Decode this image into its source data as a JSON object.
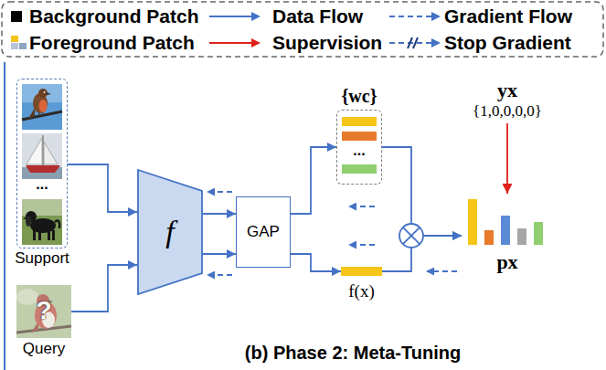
{
  "diagram": {
    "caption": "(b) Phase 2: Meta-Tuning",
    "nodes": [
      {
        "text": [
          "...",
          "Support"
        ]
      },
      {
        "text": [
          "?",
          "Query"
        ]
      },
      {
        "text": [
          "f"
        ]
      },
      {
        "text": [
          "GAP"
        ]
      },
      {
        "text": [
          "{wc}",
          "..."
        ]
      },
      {
        "text": [
          "f(x)"
        ]
      },
      {
        "text": [
          "yx",
          "{1,0,0,0,0}"
        ]
      },
      {
        "text": [
          "px"
        ]
      }
    ],
    "edges": [
      {
        "from": 0,
        "to": 2,
        "arrow": "to"
      },
      {
        "from": 1,
        "to": 2,
        "arrow": "to"
      },
      {
        "from": 2,
        "to": 3,
        "arrow": "to"
      },
      {
        "from": 2,
        "to": 3,
        "arrow": "to"
      },
      {
        "from": 3,
        "to": 4,
        "arrow": "to"
      },
      {
        "from": 3,
        "to": 5,
        "arrow": "to"
      },
      {
        "from": 4,
        "to": 7,
        "arrow": "to"
      },
      {
        "from": 5,
        "to": 7,
        "arrow": "to"
      },
      {
        "from": 6,
        "to": 7,
        "arrow": "to"
      }
    ],
    "legend": [
      {
        "text": "Background Patch",
        "color": "#000000"
      },
      {
        "text": "Data Flow"
      },
      {
        "text": "Gradient Flow"
      },
      {
        "text": "Foreground Patch"
      },
      {
        "text": "Supervision"
      },
      {
        "text": "Stop Gradient"
      }
    ]
  }
}
